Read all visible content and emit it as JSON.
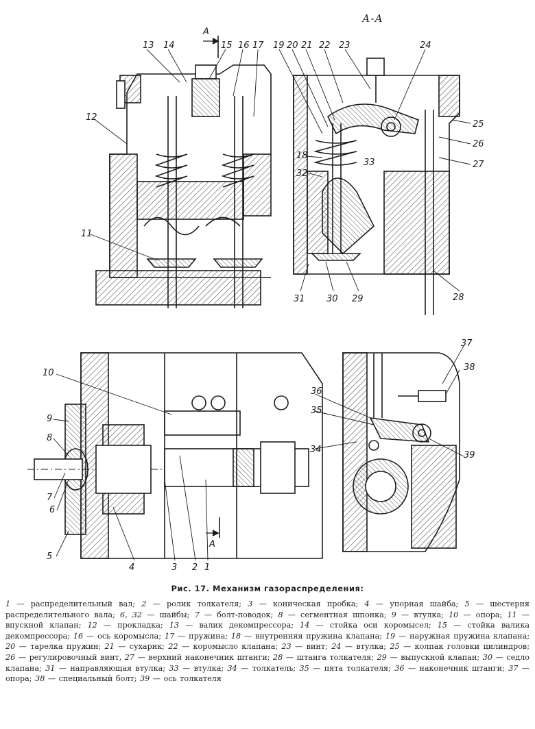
{
  "figure": {
    "section_label_top": "А-А",
    "section_marks": [
      "А",
      "А"
    ],
    "part_labels": [
      "1",
      "2",
      "3",
      "4",
      "5",
      "6",
      "7",
      "8",
      "9",
      "10",
      "11",
      "12",
      "13",
      "14",
      "15",
      "16",
      "17",
      "18",
      "19",
      "20",
      "21",
      "22",
      "23",
      "24",
      "25",
      "26",
      "27",
      "28",
      "29",
      "30",
      "31",
      "32",
      "33",
      "34",
      "35",
      "36",
      "37",
      "38",
      "39"
    ],
    "colors": {
      "ink": "#1c1c1c",
      "hatch": "#555555",
      "paper": "#ffffff"
    }
  },
  "caption": {
    "title": "Рис. 17. Механизм газораспределения:",
    "legend": [
      {
        "n": "1",
        "t": "распределительный вал;"
      },
      {
        "n": "2",
        "t": "ролик толкателя;"
      },
      {
        "n": "3",
        "t": "коническая пробка;"
      },
      {
        "n": "4",
        "t": "упорная шайба;"
      },
      {
        "n": "5",
        "t": "шестерня распределительного вала;"
      },
      {
        "n": "6, 32",
        "t": "шайбы;"
      },
      {
        "n": "7",
        "t": "болт-поводок;"
      },
      {
        "n": "8",
        "t": "сегментная шпонка;"
      },
      {
        "n": "9",
        "t": "втулка;"
      },
      {
        "n": "10",
        "t": "опора;"
      },
      {
        "n": "11",
        "t": "впускной клапан;"
      },
      {
        "n": "12",
        "t": "прокладка;"
      },
      {
        "n": "13",
        "t": "валик декомпрессора;"
      },
      {
        "n": "14",
        "t": "стойка оси коромысел;"
      },
      {
        "n": "15",
        "t": "стойка валика декомпрессора;"
      },
      {
        "n": "16",
        "t": "ось коромысла;"
      },
      {
        "n": "17",
        "t": "пружина;"
      },
      {
        "n": "18",
        "t": "внутренняя пружина клапана;"
      },
      {
        "n": "19",
        "t": "наружная пружина клапана;"
      },
      {
        "n": "20",
        "t": "тарелка пружин;"
      },
      {
        "n": "21",
        "t": "сухарик;"
      },
      {
        "n": "22",
        "t": "коромысло клапана;"
      },
      {
        "n": "23",
        "t": "винт;"
      },
      {
        "n": "24",
        "t": "втулка;"
      },
      {
        "n": "25",
        "t": "колпак головки цилиндров;"
      },
      {
        "n": "26",
        "t": "регулировочный винт,"
      },
      {
        "n": "27",
        "t": "верхний наконечник штанги;"
      },
      {
        "n": "28",
        "t": "штанга толкателя;"
      },
      {
        "n": "29",
        "t": "выпускной клапан;"
      },
      {
        "n": "30",
        "t": "седло клапана;"
      },
      {
        "n": "31",
        "t": "направляющая втулка;"
      },
      {
        "n": "33",
        "t": "втулка;"
      },
      {
        "n": "34",
        "t": "толкатель;"
      },
      {
        "n": "35",
        "t": "пята толкателя;"
      },
      {
        "n": "36",
        "t": "наконечник штанги;"
      },
      {
        "n": "37",
        "t": "опора;"
      },
      {
        "n": "38",
        "t": "специальный болт;"
      },
      {
        "n": "39",
        "t": "ось толкателя"
      }
    ]
  }
}
